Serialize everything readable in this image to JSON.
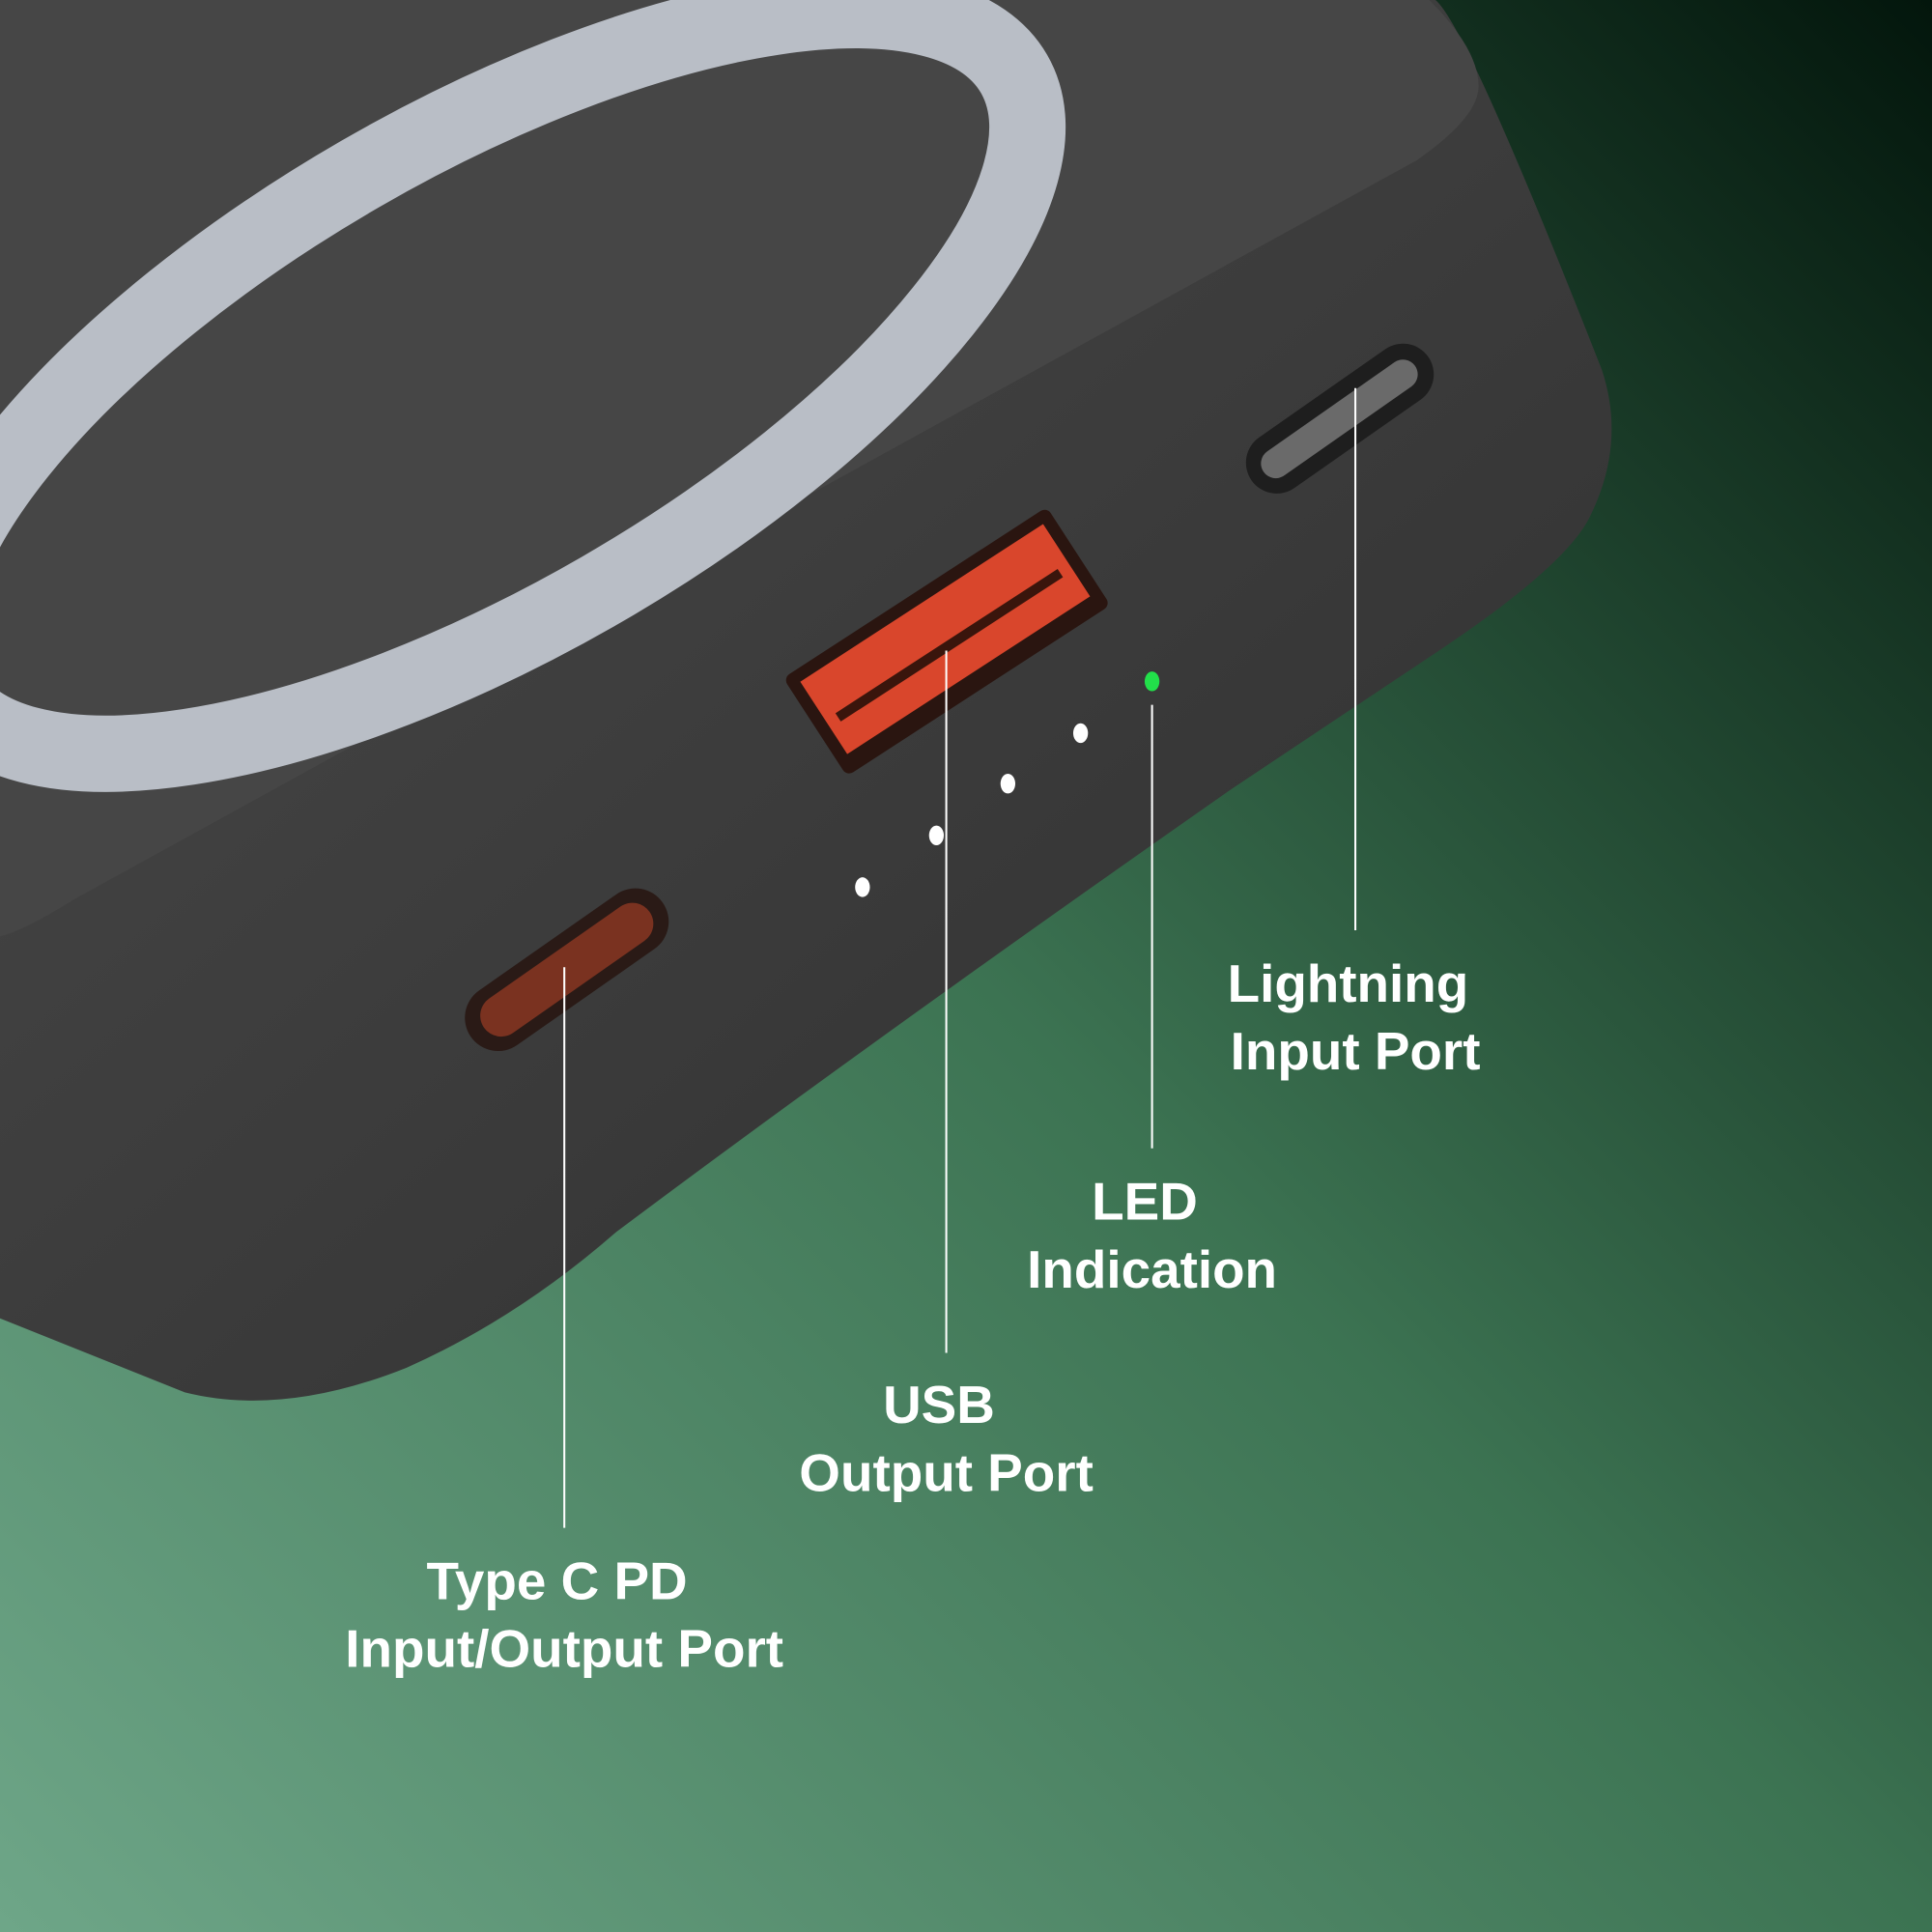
{
  "colors": {
    "bg_light": "#6ea688",
    "bg_mid": "#3c7352",
    "bg_dark": "#03160c",
    "device_body": "#3a3a3a",
    "device_top": "#474747",
    "ring": "#b9bec6",
    "usb_port": "#d9462c",
    "led_on": "#22e04a",
    "led_off": "#ffffff"
  },
  "callouts": [
    {
      "id": "lightning",
      "line1": "Lightning",
      "line2": "Input Port"
    },
    {
      "id": "led",
      "line1": "LED",
      "line2": "Indication"
    },
    {
      "id": "usb",
      "line1": "USB",
      "line2": "Output Port"
    },
    {
      "id": "typec",
      "line1": "Type C PD",
      "line2": "Input/Output Port"
    }
  ]
}
